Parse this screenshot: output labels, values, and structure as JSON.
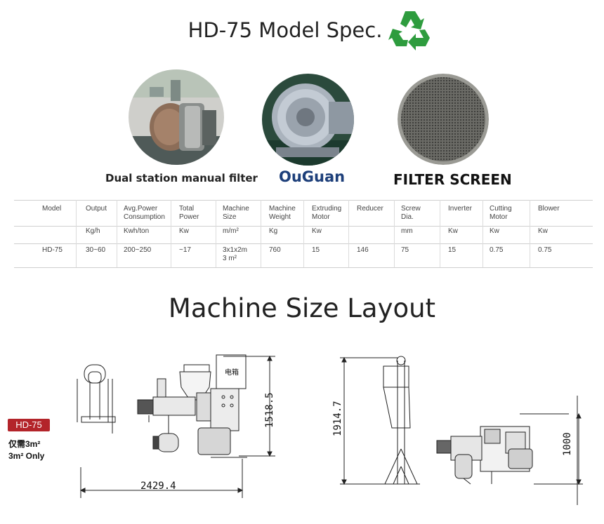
{
  "header": {
    "title": "HD-75 Model Spec.",
    "icon": "recycle-icon",
    "icon_color": "#2e9c3e"
  },
  "photos": [
    {
      "caption": "Dual station manual filter"
    },
    {
      "caption": "OuGuan"
    },
    {
      "caption": "FILTER SCREEN"
    }
  ],
  "spec_table": {
    "columns": [
      {
        "header": [
          "Model"
        ],
        "unit": [],
        "value": [
          "HD-75"
        ]
      },
      {
        "header": [
          "Output"
        ],
        "unit": [
          "Kg/h"
        ],
        "value": [
          "30~60"
        ]
      },
      {
        "header": [
          "Avg.Power",
          "Consumption"
        ],
        "unit": [
          "Kwh/ton"
        ],
        "value": [
          "200~250"
        ]
      },
      {
        "header": [
          "Total",
          "Power"
        ],
        "unit": [
          "Kw"
        ],
        "value": [
          "~17"
        ]
      },
      {
        "header": [
          "Machine",
          "Size"
        ],
        "unit": [
          "m/m²"
        ],
        "value": [
          "3x1x2m",
          "3 m²"
        ]
      },
      {
        "header": [
          "Machine",
          "Weight"
        ],
        "unit": [
          "Kg"
        ],
        "value": [
          "760"
        ]
      },
      {
        "header": [
          "Extruding",
          "Motor"
        ],
        "unit": [
          "Kw"
        ],
        "value": [
          "15"
        ]
      },
      {
        "header": [
          "Reducer"
        ],
        "unit": [],
        "value": [
          "146"
        ]
      },
      {
        "header": [
          "Screw",
          "Dia."
        ],
        "unit": [
          "mm"
        ],
        "value": [
          "75"
        ]
      },
      {
        "header": [
          "Inverter"
        ],
        "unit": [
          "Kw"
        ],
        "value": [
          "15"
        ]
      },
      {
        "header": [
          "Cutting",
          "Motor"
        ],
        "unit": [
          "Kw"
        ],
        "value": [
          "0.75"
        ]
      },
      {
        "header": [
          "Blower"
        ],
        "unit": [
          "Kw"
        ],
        "value": [
          "0.75"
        ]
      }
    ]
  },
  "layout": {
    "title": "Machine Size Layout",
    "badge": "HD-75",
    "note_cn": "仅需3m²",
    "note_en": "3m² Only",
    "panel_label": "电箱",
    "dims": {
      "front_height": "1518.5",
      "front_length": "2429.4",
      "side_height": "1914.7",
      "small_height": "1000"
    },
    "badge_color": "#b3242a"
  }
}
